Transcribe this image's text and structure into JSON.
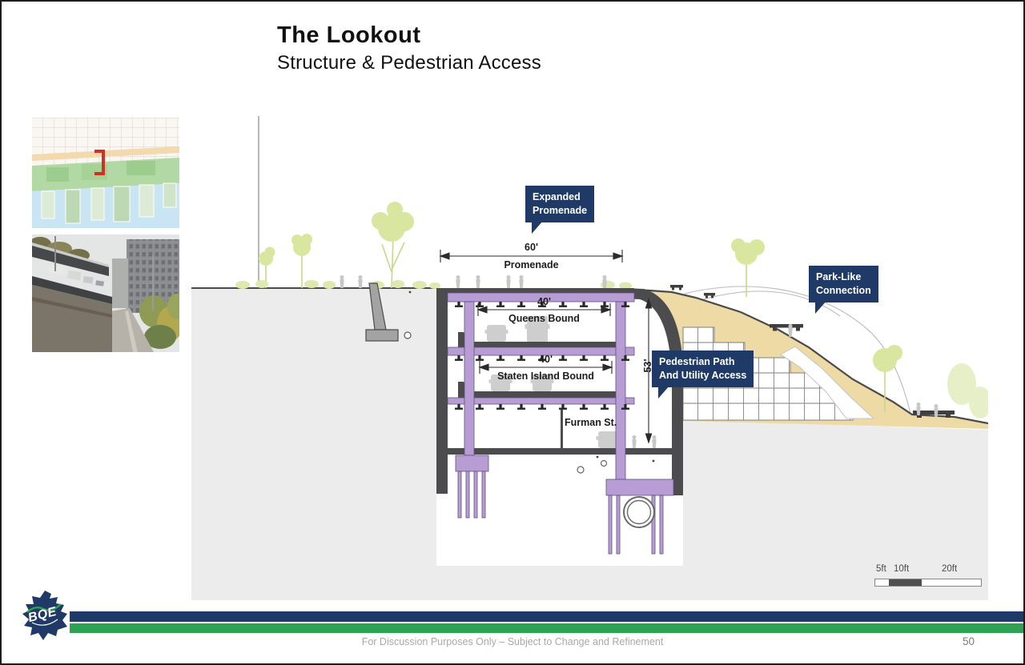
{
  "slide": {
    "title": "The Lookout",
    "subtitle": "Structure & Pedestrian Access",
    "footer_note": "For Discussion Purposes Only – Subject to Change and Refinement",
    "page_number": "50",
    "logo_text": "BQE"
  },
  "callouts": {
    "expanded_promenade": [
      "Expanded",
      "Promenade"
    ],
    "park_like_connection": [
      "Park-Like",
      "Connection"
    ],
    "pedestrian_path": [
      "Pedestrian Path",
      "And Utility Access"
    ]
  },
  "dimensions": {
    "promenade": {
      "value": "60'",
      "label": "Promenade"
    },
    "queens_bound": {
      "value": "40'",
      "label": "Queens Bound"
    },
    "staten_island_bound": {
      "value": "40'",
      "label": "Staten Island Bound"
    },
    "section_height": {
      "value": "53'"
    },
    "street_label": "Furman St."
  },
  "scale_bar": {
    "labels": [
      "5ft",
      "10ft",
      "20ft"
    ]
  },
  "colors": {
    "accent_navy": "#1f3a67",
    "accent_green": "#2ea253",
    "structure_purple": "#b79dd4",
    "structure_dark": "#4c4c4e",
    "hill_tan": "#eeda a4",
    "earth_gray": "#ececec"
  }
}
